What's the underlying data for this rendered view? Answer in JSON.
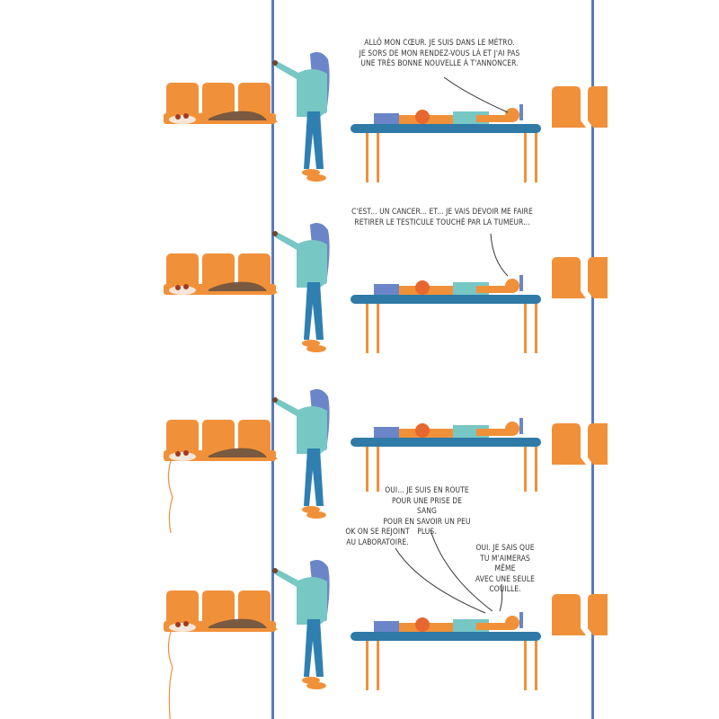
{
  "page": {
    "type": "comic-page",
    "colors": {
      "seat_orange": "#f0913a",
      "pole_blue": "#5b79bd",
      "bench_blue": "#2f7aa6",
      "shirt_teal": "#77c7c4",
      "jeans_blue": "#2f7fb0",
      "hair_blue": "#6b86c8",
      "skin_brown": "#6b4630",
      "text_dark": "#333333"
    },
    "tiers": [
      {
        "bubbles": [
          {
            "text": "Allô mon cœur. Je suis dans le métro.\nJe sors de mon rendez-vous là et j'ai pas\nune très bonne nouvelle à t'annoncer."
          }
        ]
      },
      {
        "bubbles": [
          {
            "text": "C'est... un cancer... et... je vais devoir me faire\nretirer le testicule touché par la tumeur..."
          }
        ]
      },
      {
        "bubbles": []
      },
      {
        "bubbles": [
          {
            "text": "Oui... je suis en route\npour une prise de sang\npour en savoir un peu\nplus."
          },
          {
            "text": "OK on se rejoint\nau laboratoire."
          },
          {
            "text": "Oui. Je sais que\ntu m'aimeras même\navec une seule\ncouille."
          }
        ]
      }
    ]
  }
}
